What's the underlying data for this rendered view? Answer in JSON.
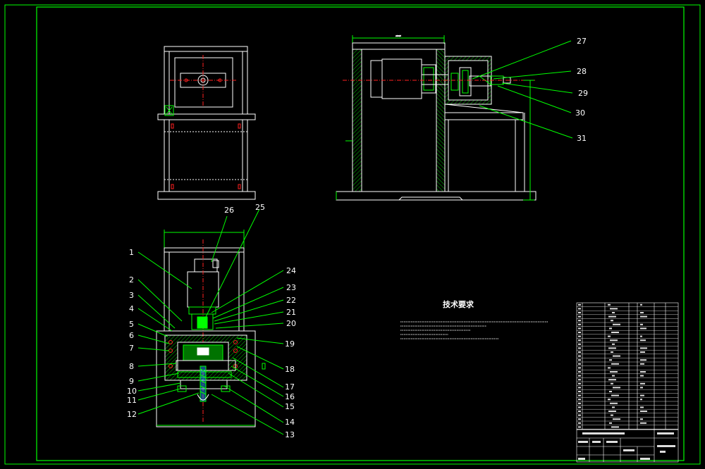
{
  "drawing": {
    "tech_title": "技术要求",
    "callouts": [
      "1",
      "2",
      "3",
      "4",
      "5",
      "6",
      "7",
      "8",
      "9",
      "10",
      "11",
      "12",
      "13",
      "14",
      "15",
      "16",
      "17",
      "18",
      "19",
      "20",
      "21",
      "22",
      "23",
      "24",
      "25",
      "26",
      "27",
      "28",
      "29",
      "30",
      "31"
    ],
    "colors": {
      "background": "#000000",
      "outline": "#ffffff",
      "frame": "#00ff00",
      "centerline": "#ff2020",
      "hatch": "#00c000",
      "highlight": "#00ff00",
      "accent_red": "#ff2020"
    }
  }
}
